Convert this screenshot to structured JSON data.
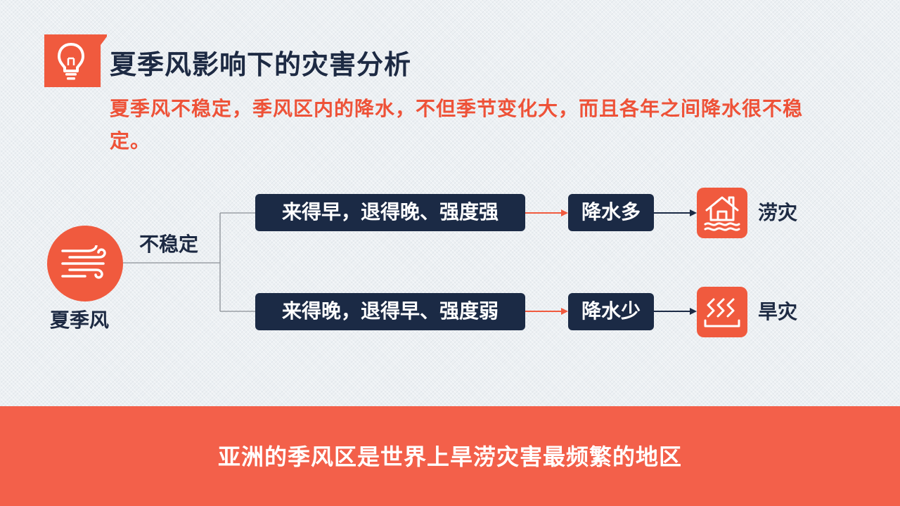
{
  "slide": {
    "title": "夏季风影响下的灾害分析",
    "subtitle": "夏季风不稳定，季风区内的降水，不但季节变化大，而且各年之间降水很不稳定。",
    "title_icon": "lightbulb-icon"
  },
  "diagram": {
    "root": {
      "label": "夏季风",
      "icon": "wind-icon"
    },
    "branch_label": "不稳定",
    "rows": [
      {
        "condition": "来得早，退得晚、强度强",
        "result": "降水多",
        "disaster": "涝灾",
        "icon": "flood-house-icon"
      },
      {
        "condition": "来得晚，退得早、强度弱",
        "result": "降水少",
        "disaster": "旱灾",
        "icon": "drought-icon"
      }
    ]
  },
  "footer": {
    "text": "亚洲的季风区是世界上旱涝灾害最频繁的地区"
  },
  "colors": {
    "accent": "#f05a3e",
    "navy": "#1b2a45",
    "background": "#ecf0f3",
    "footer_band": "#f3604a"
  }
}
